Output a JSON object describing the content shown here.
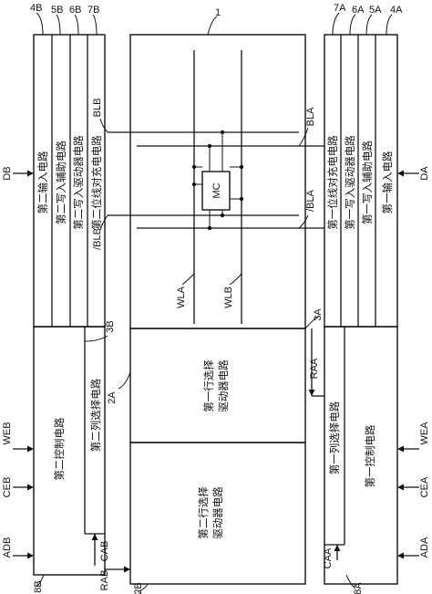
{
  "refs": {
    "r1": "1",
    "r2A": "2A",
    "r2B": "2B",
    "r3A": "3A",
    "r3B": "3B",
    "r4A": "4A",
    "r4B": "4B",
    "r5A": "5A",
    "r5B": "5B",
    "r6A": "6A",
    "r6B": "6B",
    "r7A": "7A",
    "r7B": "7B",
    "r8A": "8A",
    "r8B": "8B"
  },
  "signals": {
    "DB": "DB",
    "DA": "DA",
    "WEB": "WEB",
    "WEA": "WEA",
    "CEB": "CEB",
    "CEA": "CEA",
    "ADB": "ADB",
    "ADA": "ADA",
    "CAB": "CAB",
    "CAA": "CAA",
    "RAB": "RAB",
    "RAA": "RAA",
    "BLB": "BLB",
    "BLB_bar": "/BLB",
    "BLA": "BLA",
    "BLA_bar": "/BLA",
    "WLA": "WLA",
    "WLB": "WLB",
    "MC": "MC"
  },
  "blocks": {
    "second_input": "第二输入电路",
    "second_write_assist": "第二写入辅助电路",
    "second_write_driver": "第二写入驱动器电路",
    "second_precharge": "第二位线对充电电路",
    "first_precharge": "第一位线对充电电路",
    "first_write_driver": "第一写入驱动器电路",
    "first_write_assist": "第一写入辅助电路",
    "first_input": "第一输入电路",
    "second_control": "第二控制电路",
    "second_col_select": "第二列选择电路",
    "first_row_select": "第一行选择驱动器电路",
    "second_row_select": "第二行选择驱动器电路",
    "first_col_select": "第一列选择电路",
    "first_control": "第一控制电路"
  }
}
